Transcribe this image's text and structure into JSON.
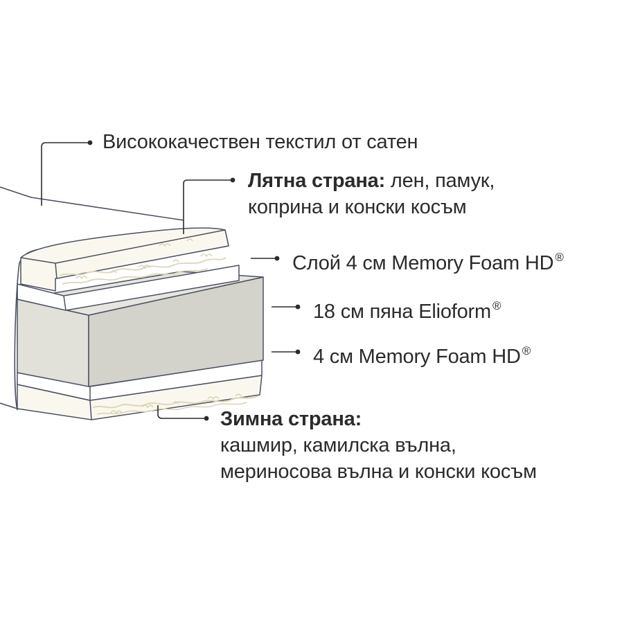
{
  "labels": {
    "cover": {
      "text": "Висококачествен текстил от сатен"
    },
    "summer": {
      "title": "Лятна страна:",
      "line1": "лен, памук,",
      "line2": "коприна и конски косъм"
    },
    "memory_top": {
      "text": "Слой 4 см Memory Foam HD",
      "mark": "®"
    },
    "core": {
      "text": "18 см пяна Elioform",
      "mark": "®"
    },
    "memory_bottom": {
      "text": "4 см Memory Foam HD",
      "mark": "®"
    },
    "winter": {
      "title": "Зимна страна:",
      "line1": "кашмир, камилска вълна,",
      "line2": "мериносова вълна и конски косъм"
    }
  },
  "colors": {
    "outline": "#4a5060",
    "leader": "#2b2b2b",
    "wool_fill": "#faf8ee",
    "wool_texture": "#ddd6b8",
    "foam_fill": "#ffffff",
    "core_fill": "#e1e0d9",
    "core_side": "#d3d2cb",
    "text": "#2b2b2b"
  }
}
